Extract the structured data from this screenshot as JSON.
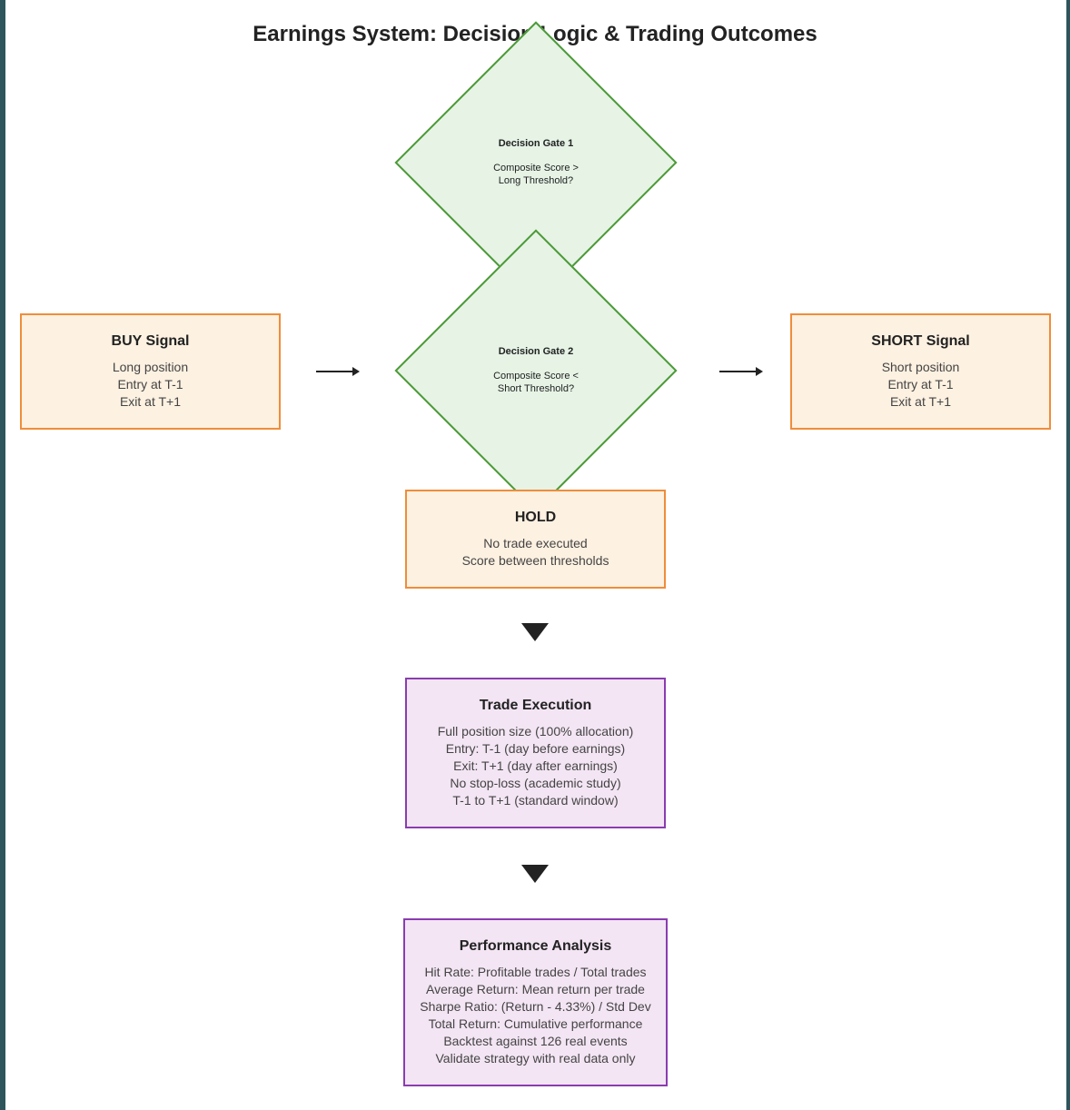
{
  "title": "Earnings System: Decision Logic & Trading Outcomes",
  "gate1": {
    "title": "Decision Gate 1",
    "question": [
      "Composite Score >",
      "Long Threshold?"
    ]
  },
  "gate2": {
    "title": "Decision Gate 2",
    "question": [
      "Composite Score <",
      "Short Threshold?"
    ]
  },
  "buy": {
    "title": "BUY Signal",
    "lines": [
      "Long position",
      "Entry at T-1",
      "Exit at T+1"
    ]
  },
  "short": {
    "title": "SHORT Signal",
    "lines": [
      "Short position",
      "Entry at T-1",
      "Exit at T+1"
    ]
  },
  "hold": {
    "title": "HOLD",
    "lines": [
      "No trade executed",
      "Score between thresholds"
    ]
  },
  "execution": {
    "title": "Trade Execution",
    "lines": [
      "Full position size (100% allocation)",
      "Entry: T-1 (day before earnings)",
      "Exit: T+1 (day after earnings)",
      "No stop-loss (academic study)",
      "T-1 to T+1 (standard window)"
    ]
  },
  "performance": {
    "title": "Performance Analysis",
    "lines": [
      "Hit Rate: Profitable trades / Total trades",
      "Average Return: Mean return per trade",
      "Sharpe Ratio: (Return - 4.33%) / Std Dev",
      "Total Return: Cumulative performance",
      "Backtest against 126 real events",
      "Validate strategy with real data only"
    ]
  },
  "colors": {
    "orange_fill": "#fdf1e1",
    "orange_border": "#ef8d3b",
    "green_fill": "#e6f3e5",
    "green_border": "#4b9a37",
    "purple_fill": "#f3e5f4",
    "purple_border": "#8a3cb0"
  }
}
